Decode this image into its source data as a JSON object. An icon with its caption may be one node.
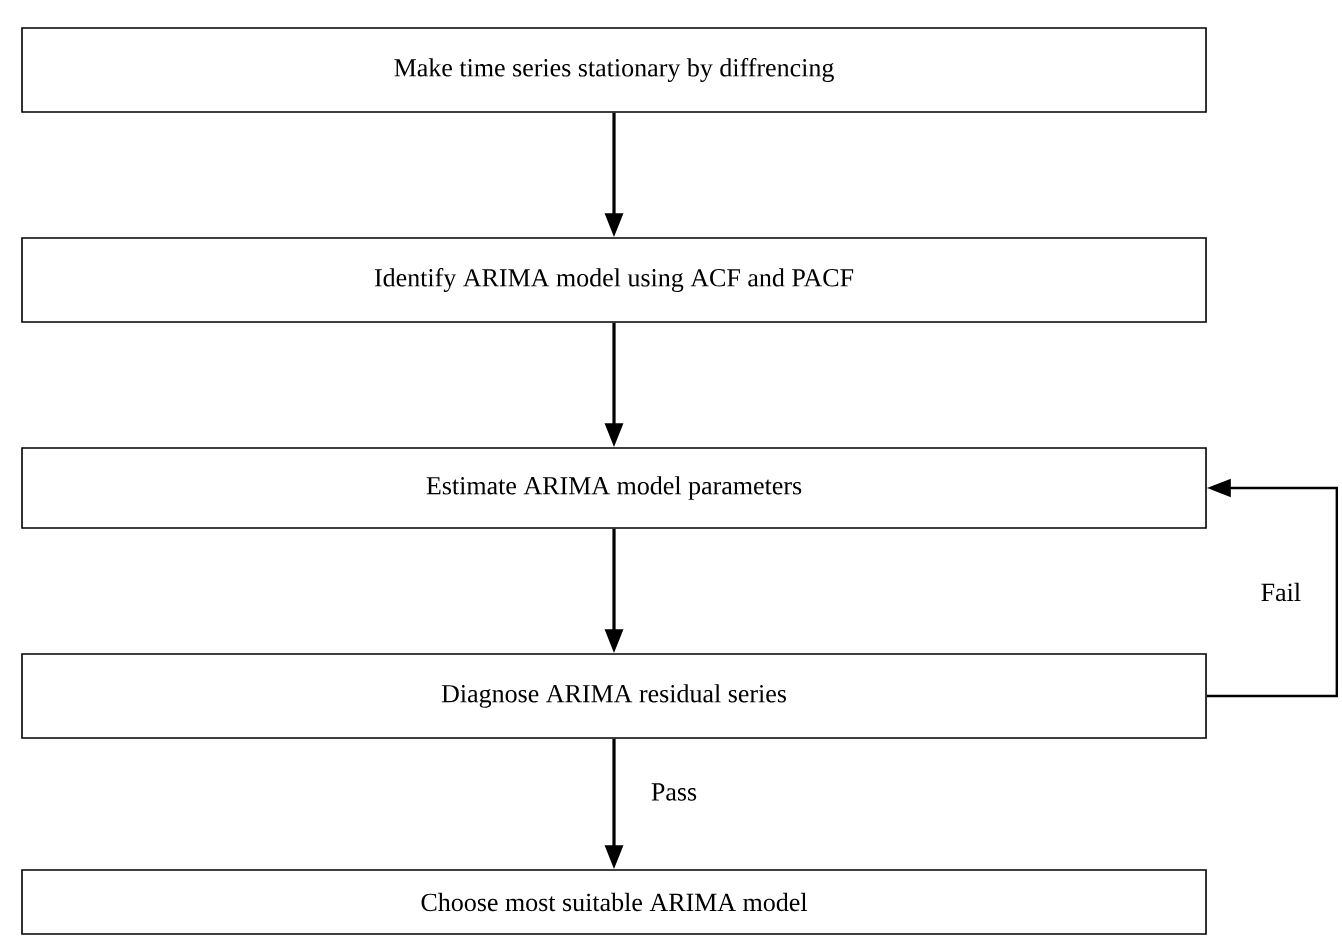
{
  "diagram": {
    "nodes": [
      {
        "text": [
          "Make time series stationary by diffrencing"
        ]
      },
      {
        "text": [
          "Identify ARIMA model using ACF and PACF"
        ]
      },
      {
        "text": [
          "Estimate ARIMA model parameters"
        ]
      },
      {
        "text": [
          "Diagnose ARIMA residual series"
        ]
      },
      {
        "text": [
          "Choose most suitable ARIMA model"
        ]
      }
    ],
    "edges": [
      {
        "from": 0,
        "to": 1,
        "arrow": "to"
      },
      {
        "from": 1,
        "to": 2,
        "arrow": "to"
      },
      {
        "from": 2,
        "to": 3,
        "arrow": "to"
      },
      {
        "from": 3,
        "to": 4,
        "arrow": "to",
        "label": "Pass"
      },
      {
        "from": 3,
        "to": 2,
        "arrow": "to",
        "label": "Fail"
      }
    ]
  }
}
